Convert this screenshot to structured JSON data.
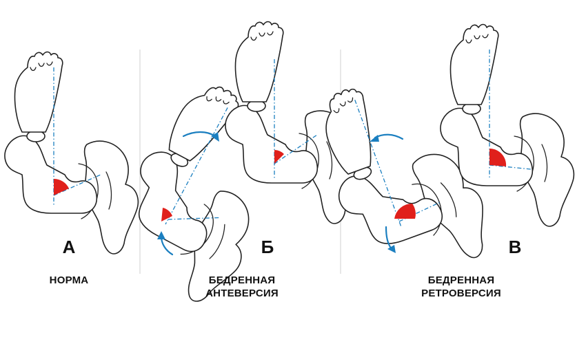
{
  "panels": [
    {
      "letter": "А",
      "caption_lines": [
        "НОРМА"
      ]
    },
    {
      "letter": "Б",
      "caption_lines": [
        "БЕДРЕННАЯ",
        "АНТЕВЕРСИЯ"
      ]
    },
    {
      "letter": "В",
      "caption_lines": [
        "БЕДРЕННАЯ",
        "РЕТРОВЕРСИЯ"
      ]
    }
  ],
  "colors": {
    "angle": "#e0201b",
    "axis": "#1b7fc0",
    "arrow": "#1b7fc0",
    "divider": "#cfcfcf"
  }
}
